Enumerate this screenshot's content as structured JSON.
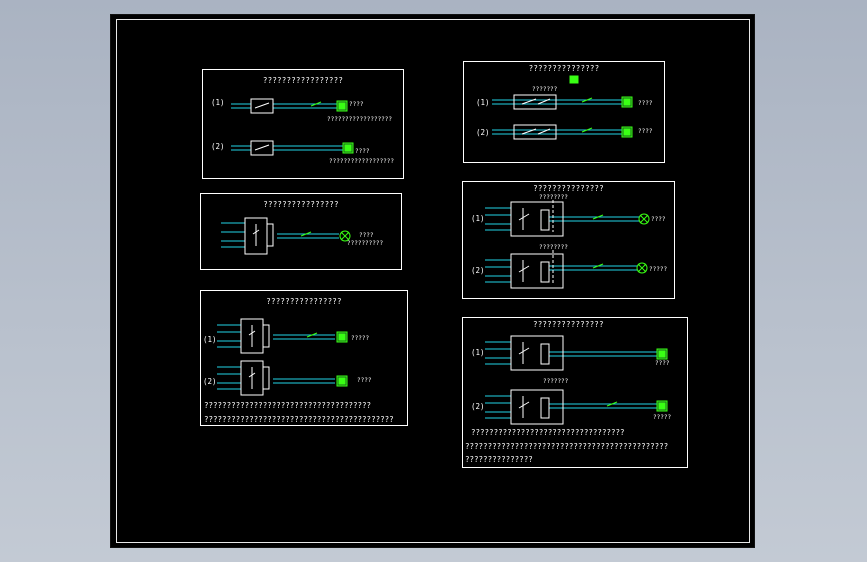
{
  "colors": {
    "background": "#000000",
    "wire": "#22d3e6",
    "component": "#39ff14",
    "outline": "#ffffff"
  },
  "panels": [
    {
      "title": "?????????????????",
      "rows": [
        {
          "label": "(1)",
          "annotation": "????",
          "subnote": "??????????????????"
        },
        {
          "label": "(2)",
          "annotation": "????",
          "subnote": "??????????????????"
        }
      ]
    },
    {
      "title": "????????????????",
      "rows": [
        {
          "annotation": "????",
          "subnote": "??????????"
        }
      ]
    },
    {
      "title": "????????????????",
      "rows": [
        {
          "label": "(1)",
          "annotation": "?????"
        },
        {
          "label": "(2)",
          "annotation": "????"
        }
      ],
      "notes": [
        "?????????????????????????????????????",
        "??????????????????????????????????????????"
      ]
    },
    {
      "title": "???????????????",
      "tag": "???????",
      "rows": [
        {
          "label": "(1)",
          "annotation": "????"
        },
        {
          "label": "(2)",
          "annotation": "????"
        }
      ]
    },
    {
      "title": "???????????????",
      "rows": [
        {
          "label": "(1)",
          "tag": "????????",
          "annotation": "????"
        },
        {
          "label": "(2)",
          "tag": "????????",
          "annotation": "?????"
        }
      ]
    },
    {
      "title": "???????????????",
      "rows": [
        {
          "label": "(1)",
          "tag": "???????",
          "annotation": "????"
        },
        {
          "label": "(2)",
          "tag": "???????",
          "annotation": "?????"
        }
      ],
      "notes": [
        "??????????????????????????????????",
        "?????????????????????????????????????????????",
        "???????????????"
      ]
    }
  ]
}
